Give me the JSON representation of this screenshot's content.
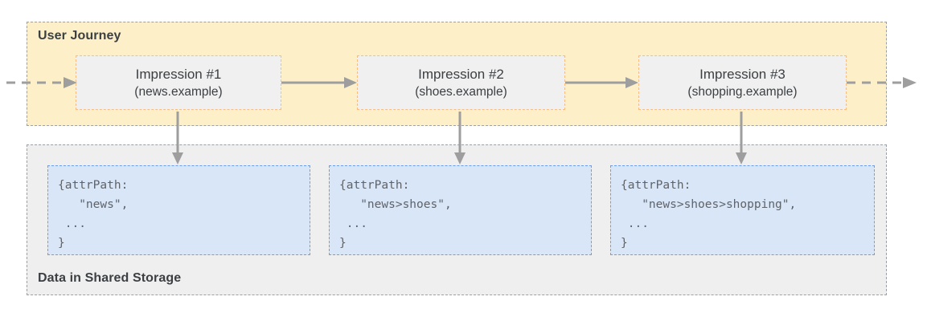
{
  "journey": {
    "label": "User Journey",
    "impressions": [
      {
        "title": "Impression #1",
        "site": "(news.example)"
      },
      {
        "title": "Impression #2",
        "site": "(shoes.example)"
      },
      {
        "title": "Impression #3",
        "site": "(shopping.example)"
      }
    ]
  },
  "storage": {
    "label": "Data in Shared Storage",
    "entries": [
      {
        "code": "{attrPath:\n   \"news\",\n ...\n}"
      },
      {
        "code": "{attrPath:\n   \"news>shoes\",\n ...\n}"
      },
      {
        "code": "{attrPath:\n   \"news>shoes>shopping\",\n ...\n}"
      }
    ]
  },
  "colors": {
    "journey-fill": "#FDF0C9",
    "journey-border": "#9AA0A6",
    "impression-fill": "#F0F0F0",
    "impression-border": "#F8BD80",
    "storage-fill": "#EFEFEF",
    "storage-border": "#9AA0A6",
    "entry-fill": "#D8E6F8",
    "entry-border": "#6D9EEB",
    "heading-text": "#3C4043",
    "code-text": "#5F6368",
    "arrow": "#9E9E9E"
  }
}
